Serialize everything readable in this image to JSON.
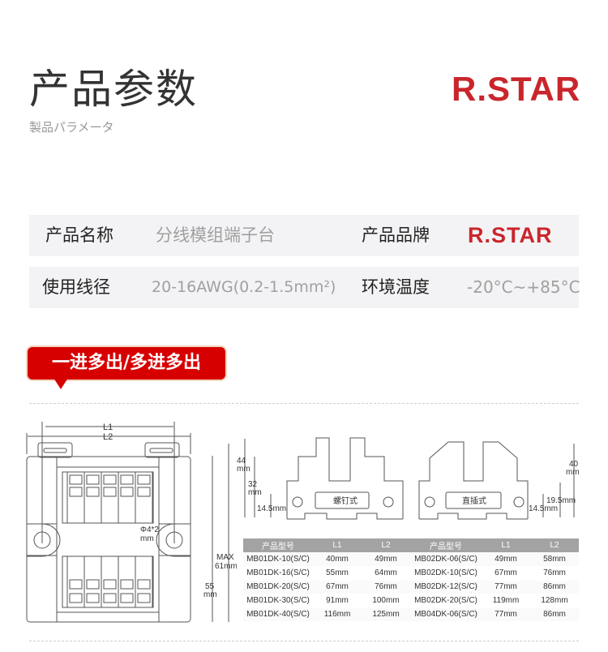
{
  "header": {
    "title": "产品参数",
    "subtitle": "製品パラメータ",
    "brand_logo": "R.STAR"
  },
  "specs": [
    {
      "label": "产品名称",
      "value": "分线模组端子台",
      "label2": "产品品牌",
      "value2": "R.STAR"
    },
    {
      "label": "使用线径",
      "value": "20-16AWG(0.2-1.5mm²)",
      "label2": "环境温度",
      "value2": "-20°C~+85°C"
    }
  ],
  "badge": "一进多出/多进多出",
  "drawing_top": {
    "l1": "L1",
    "l2": "L2",
    "hole": "Φ4*2",
    "hole_unit": "mm",
    "max": "MAX",
    "max_val": "61mm",
    "h55": "55",
    "h55_unit": "mm"
  },
  "drawing_screw": {
    "h44": "44",
    "h44_unit": "mm",
    "h32": "32",
    "h32_unit": "mm",
    "h14": "14.5mm",
    "label": "螺钉式"
  },
  "drawing_plug": {
    "h40": "40",
    "h40_unit": "mm",
    "h19": "19.5mm",
    "h14": "14.5mm",
    "label": "直插式"
  },
  "table": {
    "headers": [
      "产品型号",
      "L1",
      "L2",
      "产品型号",
      "L1",
      "L2"
    ],
    "rows": [
      [
        "MB01DK-10(S/C)",
        "40mm",
        "49mm",
        "MB02DK-06(S/C)",
        "49mm",
        "58mm"
      ],
      [
        "MB01DK-16(S/C)",
        "55mm",
        "64mm",
        "MB02DK-10(S/C)",
        "67mm",
        "76mm"
      ],
      [
        "MB01DK-20(S/C)",
        "67mm",
        "76mm",
        "MB02DK-12(S/C)",
        "77mm",
        "86mm"
      ],
      [
        "MB01DK-30(S/C)",
        "91mm",
        "100mm",
        "MB02DK-20(S/C)",
        "119mm",
        "128mm"
      ],
      [
        "MB01DK-40(S/C)",
        "116mm",
        "125mm",
        "MB04DK-06(S/C)",
        "77mm",
        "86mm"
      ]
    ]
  }
}
